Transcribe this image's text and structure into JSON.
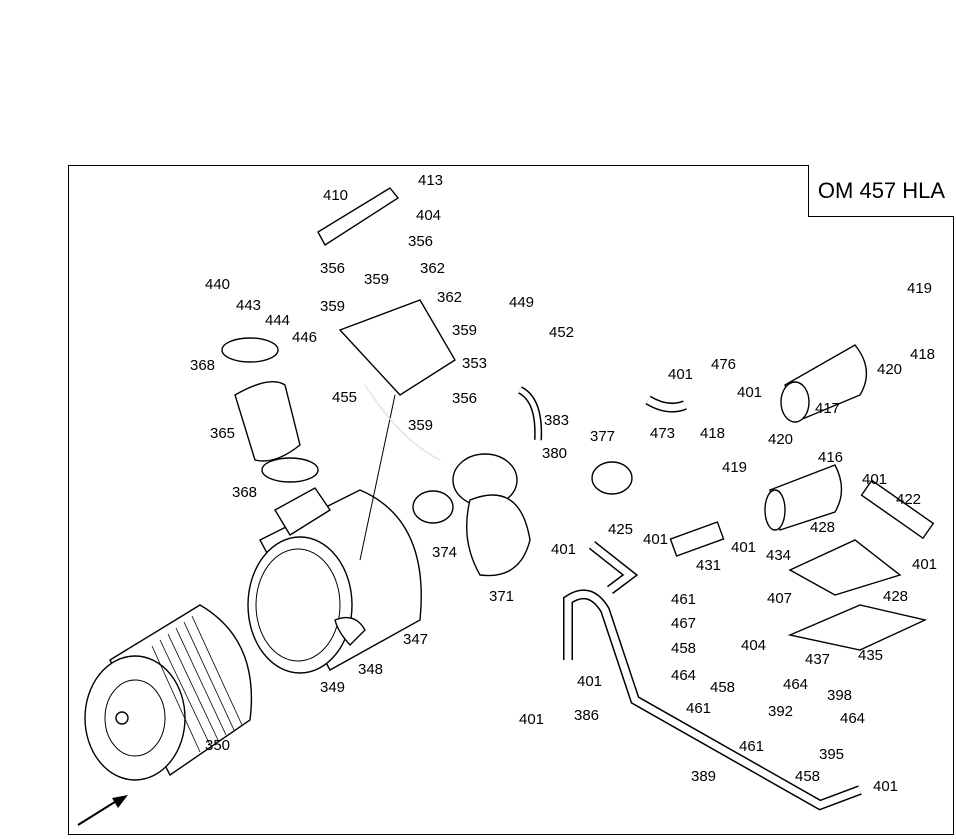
{
  "model": "OM 457 HLA",
  "parts": [
    "410",
    "413",
    "404",
    "356",
    "356",
    "359",
    "362",
    "359",
    "362",
    "359",
    "446",
    "353",
    "455",
    "356",
    "359",
    "440",
    "443",
    "444",
    "368",
    "365",
    "368",
    "449",
    "452",
    "383",
    "380",
    "377",
    "374",
    "401",
    "371",
    "347",
    "348",
    "349",
    "350",
    "425",
    "401",
    "431",
    "401",
    "473",
    "401",
    "476",
    "401",
    "418",
    "419",
    "420",
    "417",
    "419",
    "418",
    "420",
    "416",
    "401",
    "422",
    "428",
    "434",
    "401",
    "407",
    "428",
    "435",
    "461",
    "467",
    "458",
    "464",
    "404",
    "464",
    "458",
    "392",
    "461",
    "398",
    "464",
    "437",
    "401",
    "386",
    "401",
    "461",
    "395",
    "458",
    "389",
    "401"
  ]
}
